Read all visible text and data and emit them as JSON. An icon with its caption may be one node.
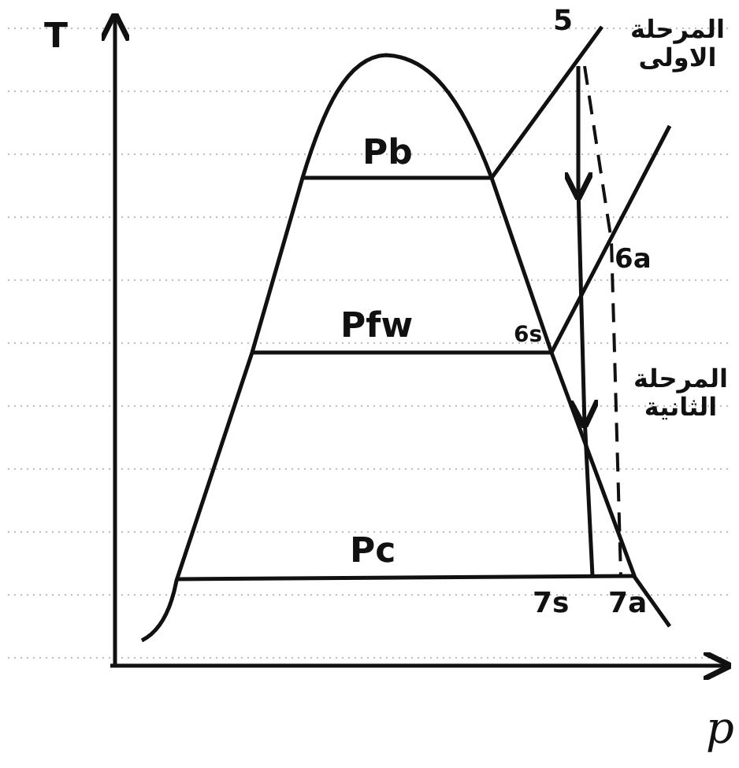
{
  "diagram": {
    "labels": [
      "T",
      "5",
      "المرحلة الاولى",
      "Pb",
      "6a",
      "Pfw",
      "6s",
      "المرحلة الثانية",
      "Pc",
      "7s",
      "7a",
      "p"
    ]
  }
}
